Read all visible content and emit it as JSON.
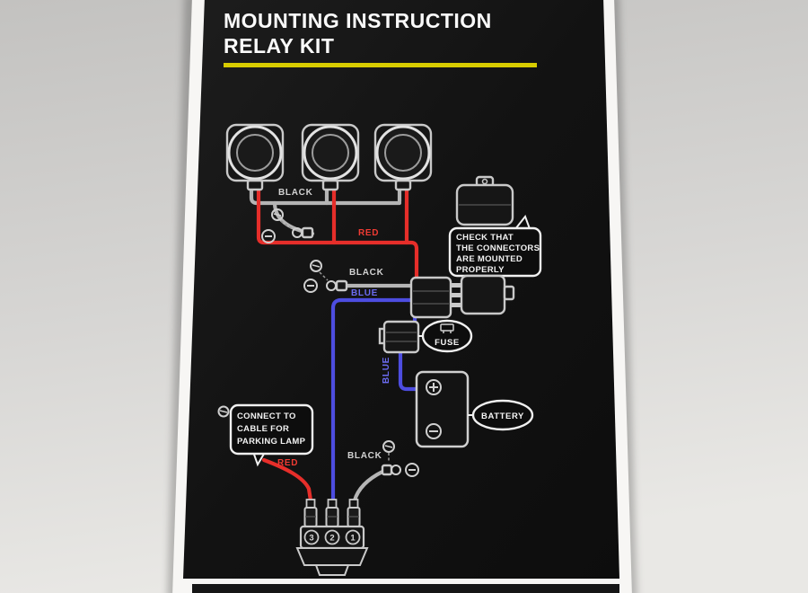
{
  "header": {
    "title1": "MOUNTING INSTRUCTION",
    "title2": "RELAY KIT"
  },
  "labels": {
    "black_top": "BLACK",
    "red_top": "RED",
    "black_mid": "BLACK",
    "blue_mid": "BLUE",
    "blue_vert": "BLUE",
    "red_bottom": "RED",
    "black_bottom": "BLACK"
  },
  "callouts": {
    "relay": [
      "CHECK THAT",
      "THE CONNECTORS",
      "ARE MOUNTED",
      "PROPERLY"
    ],
    "parking": [
      "CONNECT TO",
      "CABLE FOR",
      "PARKING LAMP"
    ]
  },
  "components": {
    "fuse": "FUSE",
    "battery": "BATTERY"
  },
  "switch": {
    "pins": [
      "3",
      "2",
      "1"
    ]
  },
  "colors": {
    "wire_red": "#e62e2a",
    "wire_blue": "#4d4de0",
    "wire_black_rendered": "#b5b5b5",
    "accent_yellow": "#d8cc00",
    "card_black": "#141414",
    "photo_background": "#d6d5d3"
  },
  "icons": [
    "lamp-icon",
    "screw-icon",
    "ring-terminal-icon",
    "minus-circle-icon",
    "plus-circle-icon",
    "relay-icon",
    "connector-icon",
    "fuse-icon",
    "battery-icon",
    "speech-bubble-icon",
    "switch-icon"
  ]
}
